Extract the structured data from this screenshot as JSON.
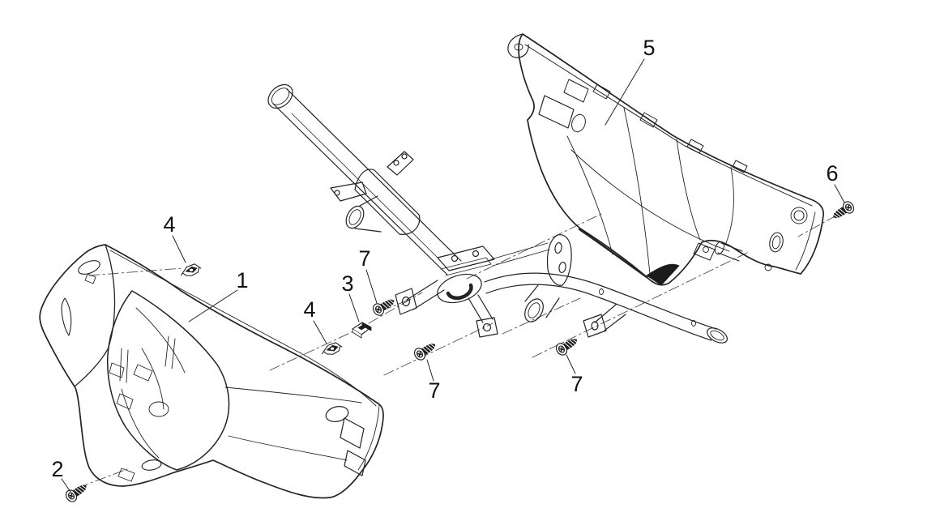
{
  "figure": {
    "background": "#ffffff",
    "stroke_color": "#232323",
    "centerline_color": "#4d4d4d",
    "label_color": "#111111"
  },
  "callouts": [
    {
      "label": "1",
      "part_icon": "front-handlebar-cover"
    },
    {
      "label": "2",
      "part_icon": "pan-head-screw"
    },
    {
      "label": "3",
      "part_icon": "square-nut"
    },
    {
      "label": "4",
      "part_icon": "spring-clip"
    },
    {
      "label": "4",
      "part_icon": "spring-clip"
    },
    {
      "label": "5",
      "part_icon": "rear-handlebar-cover"
    },
    {
      "label": "6",
      "part_icon": "pan-head-screw"
    },
    {
      "label": "7",
      "part_icon": "pan-head-screw"
    },
    {
      "label": "7",
      "part_icon": "pan-head-screw"
    },
    {
      "label": "7",
      "part_icon": "pan-head-screw"
    }
  ]
}
